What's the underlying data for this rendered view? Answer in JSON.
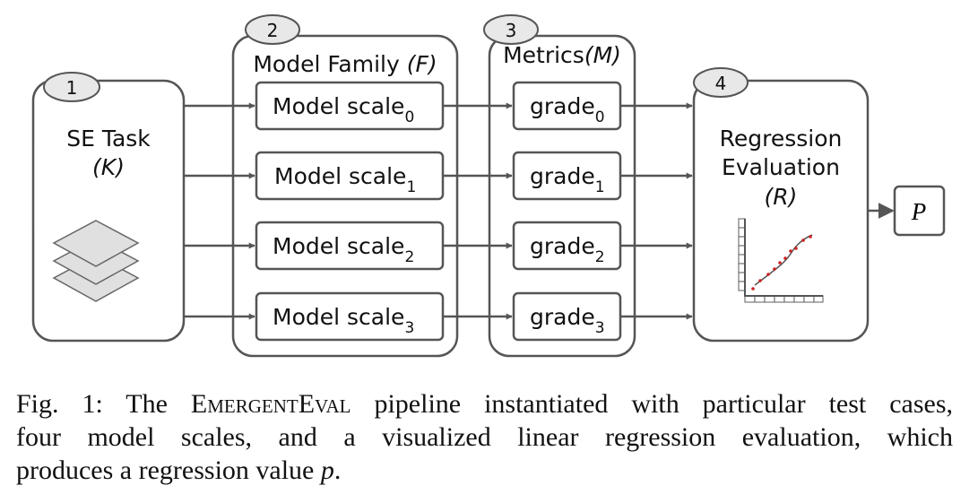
{
  "badges": [
    "1",
    "2",
    "3",
    "4"
  ],
  "task": {
    "title": "SE Task",
    "symbol": "(K)",
    "icon": "stacked-layers-icon"
  },
  "family": {
    "title": "Model Family",
    "symbol": "(F)",
    "items": [
      {
        "label": "Model scale",
        "sub": "0"
      },
      {
        "label": "Model scale",
        "sub": "1"
      },
      {
        "label": "Model scale",
        "sub": "2"
      },
      {
        "label": "Model scale",
        "sub": "3"
      }
    ]
  },
  "metrics": {
    "title": "Metrics",
    "symbol": "(M)",
    "items": [
      {
        "label": "grade",
        "sub": "0"
      },
      {
        "label": "grade",
        "sub": "1"
      },
      {
        "label": "grade",
        "sub": "2"
      },
      {
        "label": "grade",
        "sub": "3"
      }
    ]
  },
  "regression": {
    "line1": "Regression",
    "line2": "Evaluation",
    "symbol": "(R)",
    "icon": "scatter-regression-icon"
  },
  "output": {
    "label": "P"
  },
  "colors": {
    "stroke": "#555555",
    "badge_fill": "#e8e8e8",
    "points": "#cc2222"
  },
  "caption": {
    "prefix": "Fig. 1: The ",
    "name_big1": "E",
    "name_small1": "mergent",
    "name_big2": "E",
    "name_small2": "val",
    "line1_rest": " pipeline instantiated with particular test cases,",
    "line2": "four model scales, and a visualized linear regression evaluation, which",
    "line3_text": "produces a regression value ",
    "line3_var": "p",
    "line3_end": "."
  }
}
